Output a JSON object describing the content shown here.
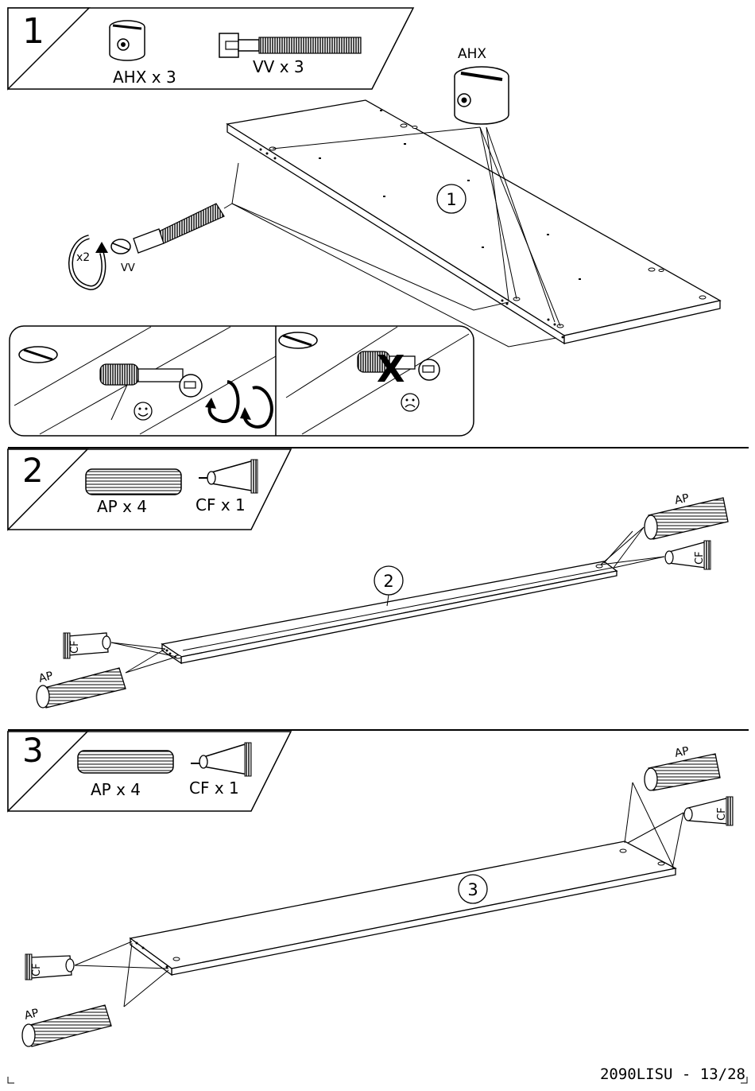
{
  "steps": [
    {
      "number": "1",
      "parts": [
        {
          "code": "AHX",
          "qty_text": "AHX x 3"
        },
        {
          "code": "VV",
          "qty_text": "VV x 3"
        }
      ],
      "panel_label": "1",
      "callouts": {
        "ahx": "AHX",
        "vv": "VV",
        "rotate": "x2"
      }
    },
    {
      "number": "2",
      "parts": [
        {
          "code": "AP",
          "qty_text": "AP x 4"
        },
        {
          "code": "CF",
          "qty_text": "CF x 1"
        }
      ],
      "panel_label": "2",
      "callouts": {
        "ap": "AP",
        "cf": "CF"
      }
    },
    {
      "number": "3",
      "parts": [
        {
          "code": "AP",
          "qty_text": "AP x 4"
        },
        {
          "code": "CF",
          "qty_text": "CF x 1"
        }
      ],
      "panel_label": "3",
      "callouts": {
        "ap": "AP",
        "cf": "CF"
      }
    }
  ],
  "icons": {
    "correct": "smiley-face-icon",
    "incorrect": "sad-face-icon",
    "incorrect_mark": "X"
  },
  "footer": {
    "page_ref": "2090LISU - 13/28"
  }
}
